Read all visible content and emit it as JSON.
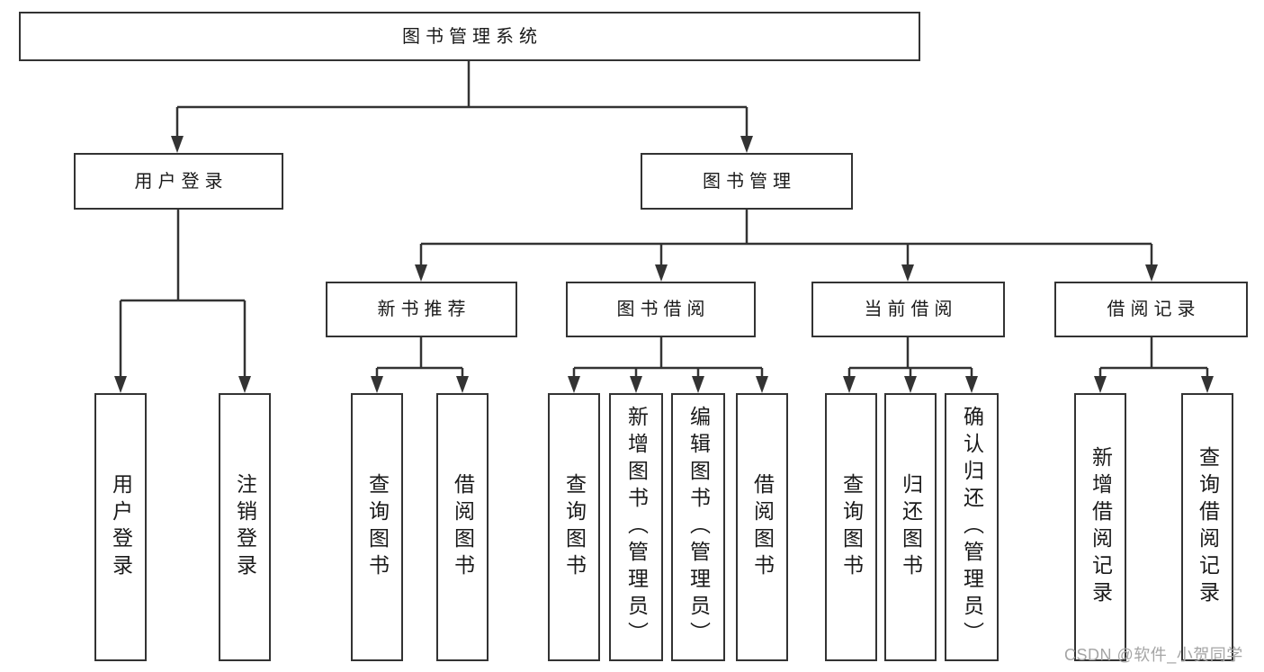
{
  "diagram": {
    "root": {
      "label": "图书管理系统"
    },
    "level2": [
      {
        "id": "user-login",
        "label": "用户登录"
      },
      {
        "id": "book-management",
        "label": "图书管理"
      }
    ],
    "level3": [
      {
        "id": "new-book-recommend",
        "label": "新书推荐",
        "parent": "book-management"
      },
      {
        "id": "book-borrow",
        "label": "图书借阅",
        "parent": "book-management"
      },
      {
        "id": "current-borrow",
        "label": "当前借阅",
        "parent": "book-management"
      },
      {
        "id": "borrow-records",
        "label": "借阅记录",
        "parent": "book-management"
      }
    ],
    "leaves": [
      {
        "label": "用户登录",
        "parent": "user-login"
      },
      {
        "label": "注销登录",
        "parent": "user-login"
      },
      {
        "label": "查询图书",
        "parent": "new-book-recommend"
      },
      {
        "label": "借阅图书",
        "parent": "new-book-recommend"
      },
      {
        "label": "查询图书",
        "parent": "book-borrow"
      },
      {
        "label": "新增图书（管理员）",
        "parent": "book-borrow"
      },
      {
        "label": "编辑图书（管理员）",
        "parent": "book-borrow"
      },
      {
        "label": "借阅图书",
        "parent": "book-borrow"
      },
      {
        "label": "查询图书",
        "parent": "current-borrow"
      },
      {
        "label": "归还图书",
        "parent": "current-borrow"
      },
      {
        "label": "确认归还（管理员）",
        "parent": "current-borrow"
      },
      {
        "label": "新增借阅记录",
        "parent": "borrow-records"
      },
      {
        "label": "查询借阅记录",
        "parent": "borrow-records"
      }
    ]
  },
  "watermark": {
    "text": "CSDN @软件_小贺同学"
  },
  "colors": {
    "line": "#333333",
    "text": "#1a1a1a",
    "box_background": "#ffffff",
    "watermark": "#a5a5a5",
    "page_background": "#ffffff"
  }
}
